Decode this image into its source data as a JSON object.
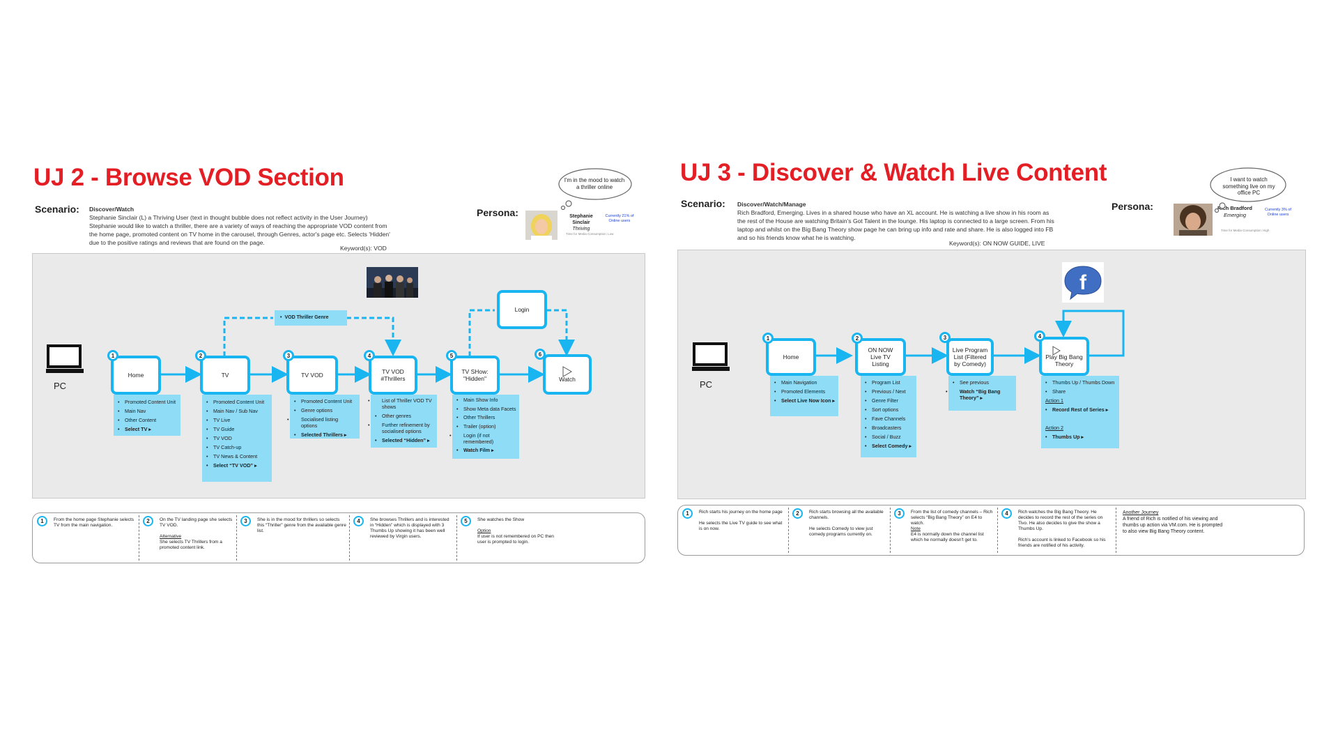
{
  "colors": {
    "title": "#e31e24",
    "node_border": "#19b5f0",
    "list_fill": "#8fdcf7",
    "canvas": "#eaeaea"
  },
  "uj2": {
    "title": "UJ 2 - Browse VOD Section",
    "scenario_label": "Scenario:",
    "scenario_head": "Discover/Watch",
    "scenario_text": "Stephanie Sinclair (L) a Thriving User (text in thought bubble does not reflect activity in the User Journey) Stephanie would like to watch a thriller, there are a variety of ways of reaching the appropriate VOD content from the home page, promoted content on TV home in the carousel, through Genres, actor's page etc. Selects 'Hidden' due to the positive ratings and reviews that are found on the page.",
    "keywords": "Keyword(s): VOD",
    "persona_label": "Persona:",
    "persona_name": "Stephanie Sinclair",
    "persona_type": "Thriving",
    "persona_stat": "Currently 21% of Online users",
    "persona_time": "Time for Media Consumption: Low",
    "thought": "I'm in the mood to watch a thriller online",
    "device": "PC",
    "nodes": [
      {
        "num": "1",
        "label": "Home"
      },
      {
        "num": "2",
        "label": "TV"
      },
      {
        "num": "3",
        "label": "TV VOD"
      },
      {
        "num": "4",
        "label": "TV VOD #Thrillers"
      },
      {
        "num": "5",
        "label": "TV SHow: \"Hidden\""
      },
      {
        "num": "6",
        "label": "Watch"
      }
    ],
    "genre_node": "VOD Thriller Genre",
    "login_node": "Login",
    "lists": [
      [
        "Promoted Content Unit",
        "Main Nav",
        "Other Content",
        "Select TV ▸"
      ],
      [
        "Promoted Content Unit",
        "Main Nav / Sub Nav",
        "TV Live",
        "TV Guide",
        "TV VOD",
        "TV Catch-up",
        "TV News & Content",
        "Select “TV VOD” ▸"
      ],
      [
        "Promoted Content Unit",
        "Genre options",
        "Socialised listing options",
        "Selected Thrillers ▸"
      ],
      [
        "List of Thriller VOD TV shows",
        "Other genres",
        "Further refinement by socialised options",
        "Selected “Hidden” ▸"
      ],
      [
        "Main Show Info",
        "Show Meta data Facets",
        "Other Thrillers",
        "Trailer (option)",
        "Login (if not remembered)",
        "Watch Film ▸"
      ]
    ],
    "steps": [
      {
        "num": "1",
        "text": "From the home page Stephanie selects TV from the main navigation."
      },
      {
        "num": "2",
        "text": "On the TV landing page she selects TV VOD.",
        "alt_label": "Alternative",
        "alt_text": "She selects TV Thrillers from a promoted content link."
      },
      {
        "num": "3",
        "text": "She is in the mood for thrillers so selects this “Thriller” genre from the available genre list."
      },
      {
        "num": "4",
        "text": "She browses Thrillers and is interested in “Hidden” which is displayed with 3 Thumbs Up showing it has been well reviewed by Virgin users."
      },
      {
        "num": "5",
        "text": "She watches the Show",
        "alt_label": "Option",
        "alt_text": "If user is not remembered on PC then user is prompted to login."
      }
    ]
  },
  "uj3": {
    "title": "UJ 3 - Discover & Watch Live Content",
    "scenario_label": "Scenario:",
    "scenario_head": "Discover/Watch/Manage",
    "scenario_text": "Rich Bradford, Emerging. Lives in a shared house who have an XL account. He is watching a live show in his room as the rest of the House are watching Britain's Got Talent in the lounge. His laptop is connected to a large screen. From his laptop and whilst on the Big Bang Theory show page he can bring up info and rate and share. He is also logged into FB and so his friends know what he is watching.",
    "keywords": "Keyword(s): ON NOW GUIDE, LIVE",
    "persona_label": "Persona:",
    "persona_name": "Rich Bradford",
    "persona_type": "Emerging",
    "persona_stat": "Currently 3% of Online users",
    "persona_time": "Time for Media Consumption: High",
    "thought": "I want to watch something live on my office PC",
    "device": "PC",
    "nodes": [
      {
        "num": "1",
        "label": "Home"
      },
      {
        "num": "2",
        "label": "ON NOW Live TV Listing"
      },
      {
        "num": "3",
        "label": "Live Program List (Filtered by Comedy)"
      },
      {
        "num": "4",
        "label": "Play Big Bang Theory"
      }
    ],
    "lists": [
      [
        "Main Navigation",
        "Promoted Elements",
        "Select Live Now Icon ▸"
      ],
      [
        "Program List",
        "Previous / Next",
        "Genre Filter",
        "Sort options",
        "Fave Channels",
        "Broadcasters",
        "Social / Buzz",
        "Select Comedy ▸"
      ],
      [
        "See previous",
        "Watch “Big Bang Theory” ▸"
      ],
      [
        "Thumbs Up / Thumbs Down",
        "Share",
        "Action 1",
        "Record Rest of Series ▸",
        "Action 2",
        "Thumbs Up ▸"
      ]
    ],
    "steps": [
      {
        "num": "1",
        "text": "Rich starts his journey on the home page",
        "text2": "He selects the Live TV guide to see what is on now."
      },
      {
        "num": "2",
        "text": "Rich starts browsing all the available channels.",
        "text2": "He selects Comedy to view just comedy programs currently on."
      },
      {
        "num": "3",
        "text": "From the list of comedy channels – Rich selects “Big Bang Theory” on E4 to watch.",
        "alt_label": "Note",
        "alt_text": "E4 is normally down the channel list which he normally doesn't get to."
      },
      {
        "num": "4",
        "text": "Rich watches the Big Bang Theory. He decides to record the rest of the series on Tivo. He also decides to give the show a Thumbs Up.",
        "text2": "Rich's account is linked to Facebook so his friends are notified of his activity."
      }
    ],
    "another_label": "Another Journey",
    "another_text": "A friend of Rich is notified of his viewing and thumbs up action via VM.com. He is prompted to also view Big Bang Theory content."
  },
  "icons": {
    "pc": "monitor-icon",
    "play": "play-icon",
    "facebook": "facebook-icon",
    "thought": "thought-bubble"
  }
}
